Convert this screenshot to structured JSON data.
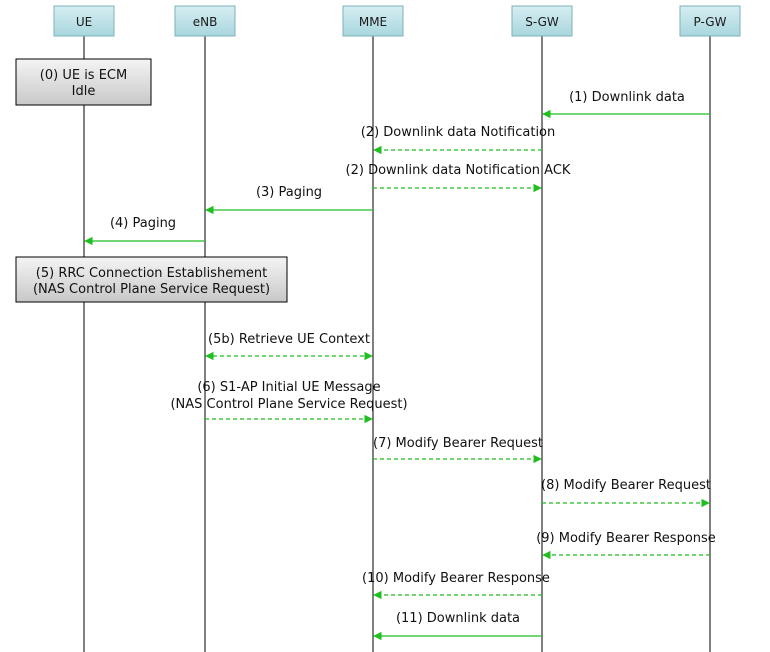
{
  "colors": {
    "arrow": "#1fbf1f",
    "lane_fill_top": "#d6eef2",
    "lane_fill_bottom": "#a9d6de",
    "note_fill_top": "#f4f4f4",
    "note_fill_bottom": "#c8c8c8"
  },
  "lanes": [
    {
      "id": "ue",
      "label": "UE"
    },
    {
      "id": "enb",
      "label": "eNB"
    },
    {
      "id": "mme",
      "label": "MME"
    },
    {
      "id": "sgw",
      "label": "S-GW"
    },
    {
      "id": "pgw",
      "label": "P-GW"
    }
  ],
  "notes": [
    {
      "id": "n0",
      "lines": [
        "(0) UE is ECM",
        "Idle"
      ]
    },
    {
      "id": "n5",
      "lines": [
        "(5) RRC Connection Establishement",
        "(NAS Control Plane Service Request)"
      ]
    }
  ],
  "messages": [
    {
      "id": "m1",
      "from": "pgw",
      "to": "sgw",
      "style": "solid",
      "lines": [
        "(1) Downlink data"
      ]
    },
    {
      "id": "m2",
      "from": "sgw",
      "to": "mme",
      "style": "dashed",
      "lines": [
        "(2) Downlink data Notification"
      ]
    },
    {
      "id": "m2b",
      "from": "mme",
      "to": "sgw",
      "style": "dashed",
      "lines": [
        "(2) Downlink data Notification ACK"
      ]
    },
    {
      "id": "m3",
      "from": "mme",
      "to": "enb",
      "style": "solid",
      "lines": [
        "(3) Paging"
      ]
    },
    {
      "id": "m4",
      "from": "enb",
      "to": "ue",
      "style": "solid",
      "lines": [
        "(4) Paging"
      ]
    },
    {
      "id": "m5b",
      "from": "enb",
      "to": "mme",
      "style": "dashed-both",
      "lines": [
        "(5b) Retrieve UE Context"
      ]
    },
    {
      "id": "m6",
      "from": "enb",
      "to": "mme",
      "style": "dashed",
      "lines": [
        "(6) S1-AP Initial UE Message",
        "(NAS Control Plane Service Request)"
      ]
    },
    {
      "id": "m7",
      "from": "mme",
      "to": "sgw",
      "style": "dashed",
      "lines": [
        "(7) Modify Bearer Request"
      ]
    },
    {
      "id": "m8",
      "from": "sgw",
      "to": "pgw",
      "style": "dashed",
      "lines": [
        "(8) Modify Bearer Request"
      ]
    },
    {
      "id": "m9",
      "from": "pgw",
      "to": "sgw",
      "style": "dashed",
      "lines": [
        "(9) Modify Bearer Response"
      ]
    },
    {
      "id": "m10",
      "from": "sgw",
      "to": "mme",
      "style": "dashed",
      "lines": [
        "(10) Modify Bearer Response"
      ]
    },
    {
      "id": "m11",
      "from": "sgw",
      "to": "mme",
      "style": "solid",
      "lines": [
        "(11) Downlink data"
      ]
    }
  ]
}
